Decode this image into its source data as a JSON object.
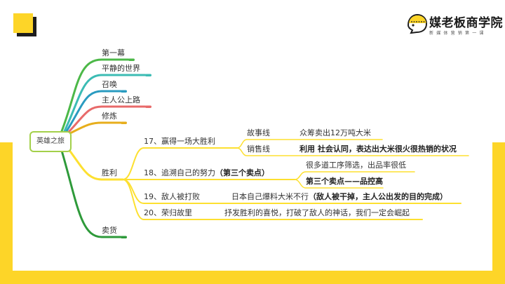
{
  "brand": {
    "title": "媒老板商学院",
    "subtitle": "新媒体营销第一课",
    "accent_color": "#fdd528"
  },
  "mindmap": {
    "root": "英雄之旅",
    "branches": [
      {
        "label": "第一幕",
        "color": "#4cb848"
      },
      {
        "label": "平静的世界",
        "color": "#3cbcb4"
      },
      {
        "label": "召唤",
        "color": "#2a9bc0"
      },
      {
        "label": "主人公上路",
        "color": "#e86a6a"
      },
      {
        "label": "修炼",
        "color": "#e7ae1c"
      },
      {
        "label": "胜利",
        "color": "#fde030",
        "children": [
          {
            "label": "17、赢得一场大胜利",
            "children": [
              {
                "label": "故事线",
                "detail": "众筹卖出12万吨大米"
              },
              {
                "label": "销售线",
                "detail": "利用 社会认同，表达出大米很火很热销的状况"
              }
            ]
          },
          {
            "label": "18、追溯自己的努力",
            "label_bold": "（第三个卖点）",
            "children": [
              {
                "label": "很多道工序筛选，出品率很低"
              },
              {
                "label": "第三个卖点——品控高"
              }
            ]
          },
          {
            "label": "19、敌人被打败",
            "detail": "日本自己爆料大米不行",
            "detail_bold": "（敌人被干掉，主人公出发的目的完成）"
          },
          {
            "label": "20、荣归故里",
            "detail": "抒发胜利的喜悦，打破了敌人的神话，我们一定会崛起"
          }
        ]
      },
      {
        "label": "卖货",
        "color": "#2e9a3a"
      }
    ]
  }
}
